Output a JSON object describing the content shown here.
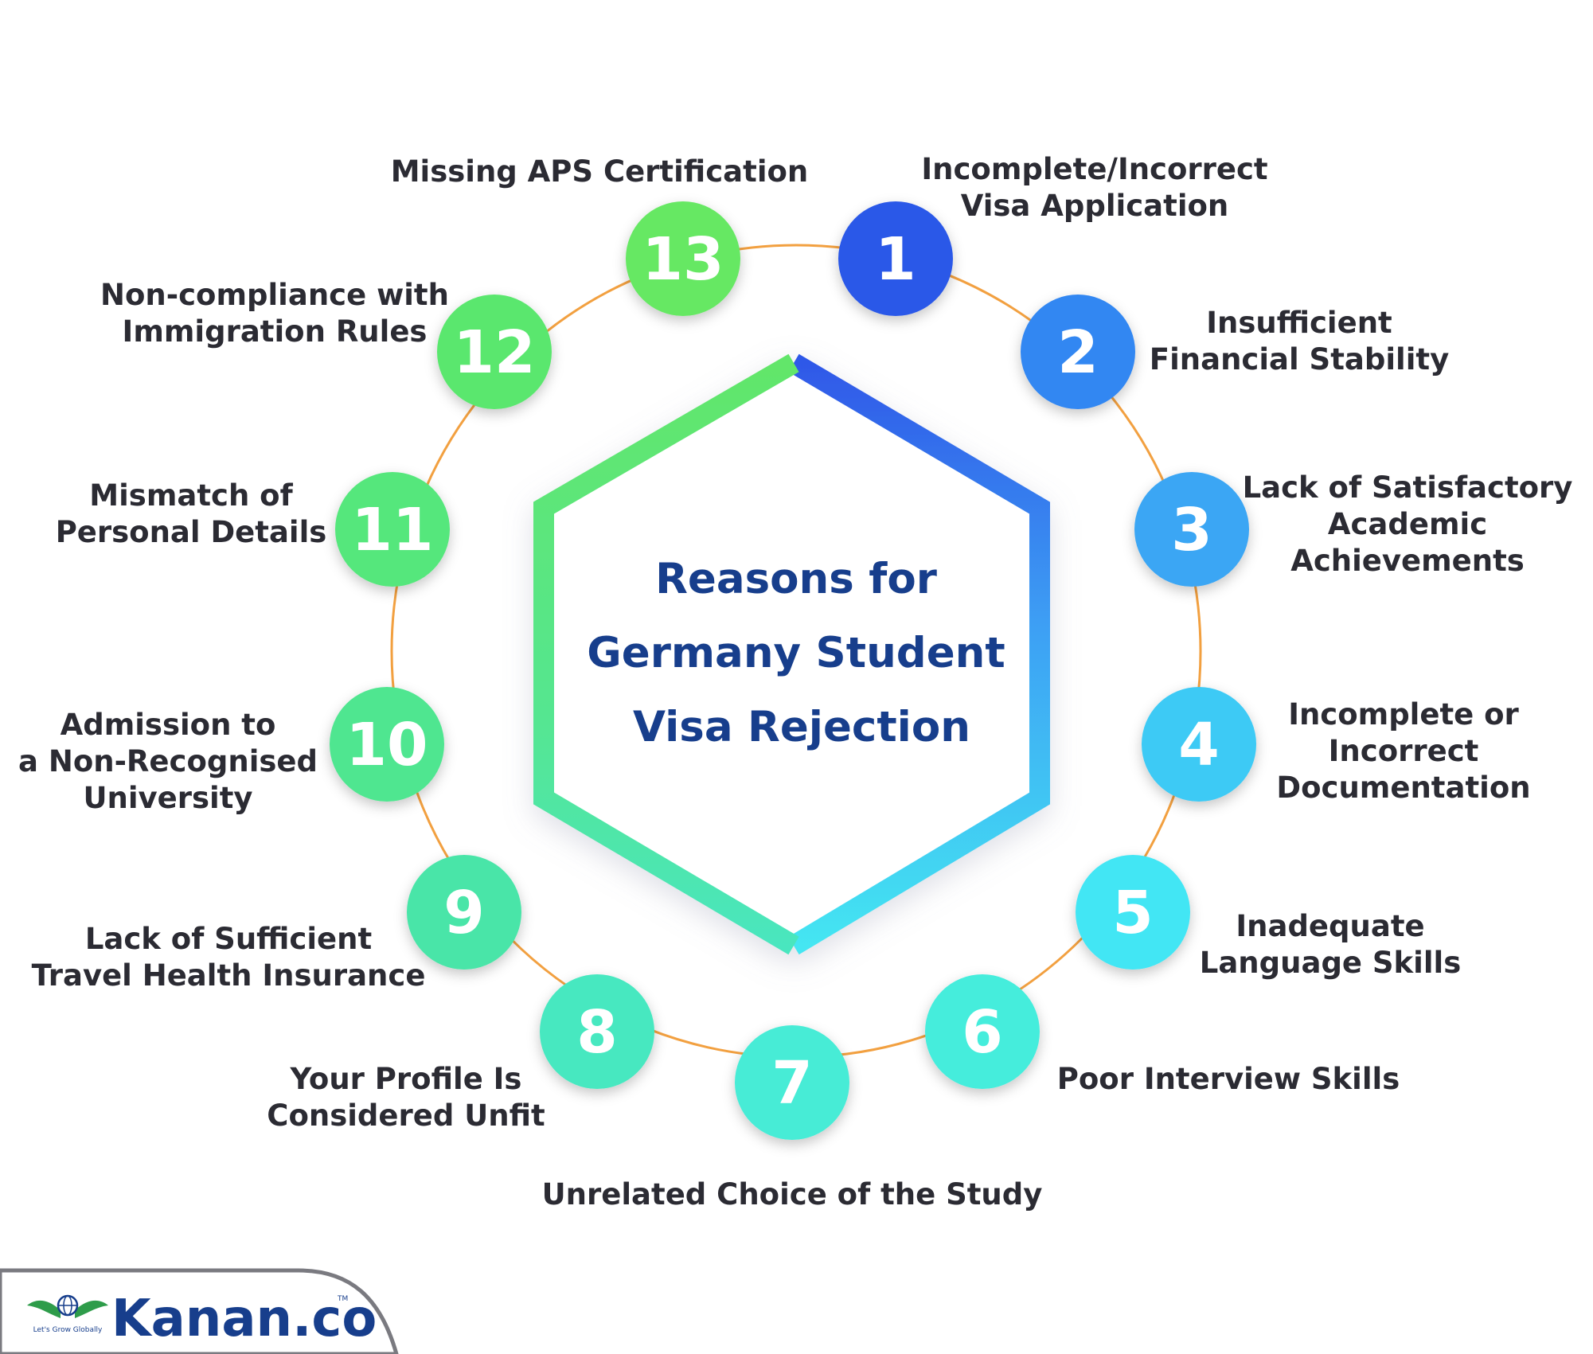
{
  "title_lines": [
    "Reasons for",
    "Germany Student",
    "Visa Rejection"
  ],
  "reasons": [
    {
      "number": "1",
      "lines": [
        "Incomplete/Incorrect",
        "Visa Application"
      ],
      "color": "#2b58e8"
    },
    {
      "number": "2",
      "lines": [
        "Insufficient",
        "Financial Stability"
      ],
      "color": "#3387f2"
    },
    {
      "number": "3",
      "lines": [
        "Lack of Satisfactory",
        "Academic",
        "Achievements"
      ],
      "color": "#3ba6f4"
    },
    {
      "number": "4",
      "lines": [
        "Incomplete or",
        "Incorrect",
        "Documentation"
      ],
      "color": "#3ecaf5"
    },
    {
      "number": "5",
      "lines": [
        "Inadequate",
        "Language Skills"
      ],
      "color": "#43e6f4"
    },
    {
      "number": "6",
      "lines": [
        "Poor Interview Skills"
      ],
      "color": "#45eddc"
    },
    {
      "number": "7",
      "lines": [
        "Unrelated Choice of the Study"
      ],
      "color": "#46ecd6"
    },
    {
      "number": "8",
      "lines": [
        "Your Profile Is",
        "Considered Unfit"
      ],
      "color": "#47e8c0"
    },
    {
      "number": "9",
      "lines": [
        "Lack of Sufficient",
        "Travel Health Insurance"
      ],
      "color": "#4ae5a8"
    },
    {
      "number": "10",
      "lines": [
        "Admission to",
        "a Non-Recognised",
        "University"
      ],
      "color": "#50e690"
    },
    {
      "number": "11",
      "lines": [
        "Mismatch of",
        "Personal Details"
      ],
      "color": "#55e77c"
    },
    {
      "number": "12",
      "lines": [
        "Non-compliance with",
        "Immigration Rules"
      ],
      "color": "#5ae76e"
    },
    {
      "number": "13",
      "lines": [
        "Missing APS Certification"
      ],
      "color": "#66e864"
    }
  ],
  "colors": {
    "ring": "#f2a040",
    "title": "#173e8c",
    "label": "#2b2b33",
    "hex_blue": "#2f5fe8",
    "hex_cyan": "#43e3f2",
    "hex_green": "#5fe667",
    "brand": "#173e8c"
  },
  "brand": {
    "name": "Kanan.co",
    "tagline": "Let's Grow Globally",
    "trademark": "TM"
  }
}
